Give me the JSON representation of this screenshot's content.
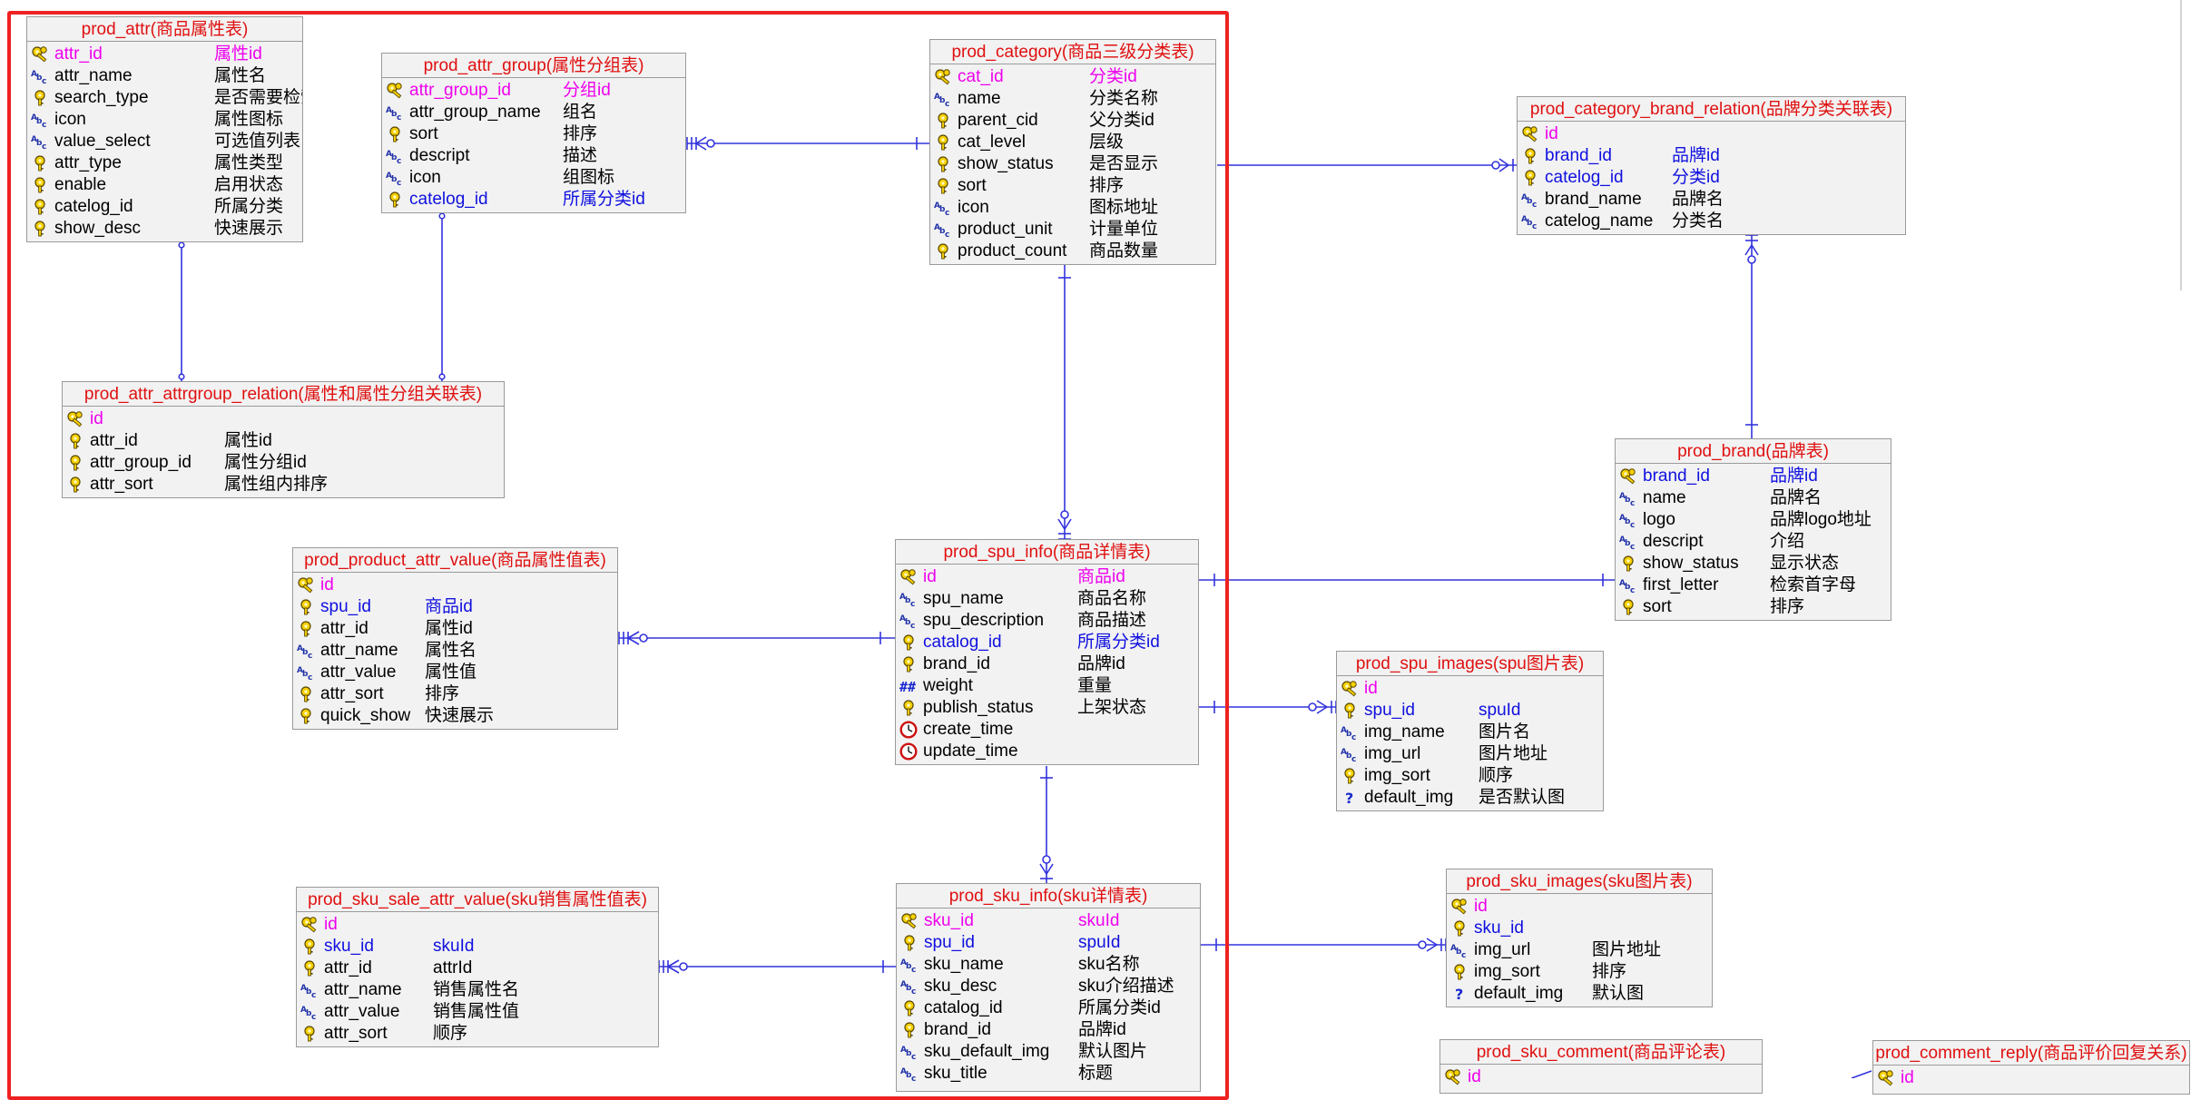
{
  "entities": {
    "prod_attr": {
      "title": "prod_attr(商品属性表)",
      "rows": [
        {
          "name": "attr_id",
          "comment": "属性id",
          "key": "pk",
          "icon": "primary-key-icon"
        },
        {
          "name": "attr_name",
          "comment": "属性名",
          "key": "",
          "icon": "text-type-icon"
        },
        {
          "name": "search_type",
          "comment": "是否需要检索",
          "key": "",
          "icon": "numeric-key-icon"
        },
        {
          "name": "icon",
          "comment": "属性图标",
          "key": "",
          "icon": "text-type-icon"
        },
        {
          "name": "value_select",
          "comment": "可选值列表",
          "key": "",
          "icon": "text-type-icon"
        },
        {
          "name": "attr_type",
          "comment": "属性类型",
          "key": "",
          "icon": "numeric-key-icon"
        },
        {
          "name": "enable",
          "comment": "启用状态",
          "key": "",
          "icon": "numeric-key-icon"
        },
        {
          "name": "catelog_id",
          "comment": "所属分类",
          "key": "",
          "icon": "numeric-key-icon"
        },
        {
          "name": "show_desc",
          "comment": "快速展示",
          "key": "",
          "icon": "numeric-key-icon"
        }
      ]
    },
    "prod_attr_group": {
      "title": "prod_attr_group(属性分组表)",
      "rows": [
        {
          "name": "attr_group_id",
          "comment": "分组id",
          "key": "pk",
          "icon": "primary-key-icon"
        },
        {
          "name": "attr_group_name",
          "comment": "组名",
          "key": "",
          "icon": "text-type-icon"
        },
        {
          "name": "sort",
          "comment": "排序",
          "key": "",
          "icon": "numeric-key-icon"
        },
        {
          "name": "descript",
          "comment": "描述",
          "key": "",
          "icon": "text-type-icon"
        },
        {
          "name": "icon",
          "comment": "组图标",
          "key": "",
          "icon": "text-type-icon"
        },
        {
          "name": "catelog_id",
          "comment": "所属分类id",
          "key": "fk",
          "icon": "numeric-key-icon"
        }
      ]
    },
    "prod_category": {
      "title": "prod_category(商品三级分类表)",
      "rows": [
        {
          "name": "cat_id",
          "comment": "分类id",
          "key": "pk",
          "icon": "primary-key-icon"
        },
        {
          "name": "name",
          "comment": "分类名称",
          "key": "",
          "icon": "text-type-icon"
        },
        {
          "name": "parent_cid",
          "comment": "父分类id",
          "key": "",
          "icon": "numeric-key-icon"
        },
        {
          "name": "cat_level",
          "comment": "层级",
          "key": "",
          "icon": "numeric-key-icon"
        },
        {
          "name": "show_status",
          "comment": "是否显示",
          "key": "",
          "icon": "numeric-key-icon"
        },
        {
          "name": "sort",
          "comment": "排序",
          "key": "",
          "icon": "numeric-key-icon"
        },
        {
          "name": "icon",
          "comment": "图标地址",
          "key": "",
          "icon": "text-type-icon"
        },
        {
          "name": "product_unit",
          "comment": "计量单位",
          "key": "",
          "icon": "text-type-icon"
        },
        {
          "name": "product_count",
          "comment": "商品数量",
          "key": "",
          "icon": "numeric-key-icon"
        }
      ]
    },
    "prod_category_brand_relation": {
      "title": "prod_category_brand_relation(品牌分类关联表)",
      "rows": [
        {
          "name": "id",
          "comment": "",
          "key": "pk",
          "icon": "primary-key-icon"
        },
        {
          "name": "brand_id",
          "comment": "品牌id",
          "key": "fk",
          "icon": "numeric-key-icon"
        },
        {
          "name": "catelog_id",
          "comment": "分类id",
          "key": "fk",
          "icon": "numeric-key-icon"
        },
        {
          "name": "brand_name",
          "comment": "品牌名",
          "key": "",
          "icon": "text-type-icon"
        },
        {
          "name": "catelog_name",
          "comment": "分类名",
          "key": "",
          "icon": "text-type-icon"
        }
      ]
    },
    "prod_attr_attrgroup_relation": {
      "title": "prod_attr_attrgroup_relation(属性和属性分组关联表)",
      "rows": [
        {
          "name": "id",
          "comment": "",
          "key": "pk",
          "icon": "primary-key-icon"
        },
        {
          "name": "attr_id",
          "comment": "属性id",
          "key": "",
          "icon": "numeric-key-icon"
        },
        {
          "name": "attr_group_id",
          "comment": "属性分组id",
          "key": "",
          "icon": "numeric-key-icon"
        },
        {
          "name": "attr_sort",
          "comment": "属性组内排序",
          "key": "",
          "icon": "numeric-key-icon"
        }
      ]
    },
    "prod_brand": {
      "title": "prod_brand(品牌表)",
      "rows": [
        {
          "name": "brand_id",
          "comment": "品牌id",
          "key": "fk",
          "icon": "primary-key-icon"
        },
        {
          "name": "name",
          "comment": "品牌名",
          "key": "",
          "icon": "text-type-icon"
        },
        {
          "name": "logo",
          "comment": "品牌logo地址",
          "key": "",
          "icon": "text-type-icon"
        },
        {
          "name": "descript",
          "comment": "介绍",
          "key": "",
          "icon": "text-type-icon"
        },
        {
          "name": "show_status",
          "comment": "显示状态",
          "key": "",
          "icon": "numeric-key-icon"
        },
        {
          "name": "first_letter",
          "comment": "检索首字母",
          "key": "",
          "icon": "text-type-icon"
        },
        {
          "name": "sort",
          "comment": "排序",
          "key": "",
          "icon": "numeric-key-icon"
        }
      ]
    },
    "prod_product_attr_value": {
      "title": "prod_product_attr_value(商品属性值表)",
      "rows": [
        {
          "name": "id",
          "comment": "",
          "key": "pk",
          "icon": "primary-key-icon"
        },
        {
          "name": "spu_id",
          "comment": "商品id",
          "key": "fk",
          "icon": "numeric-key-icon"
        },
        {
          "name": "attr_id",
          "comment": "属性id",
          "key": "",
          "icon": "numeric-key-icon"
        },
        {
          "name": "attr_name",
          "comment": "属性名",
          "key": "",
          "icon": "text-type-icon"
        },
        {
          "name": "attr_value",
          "comment": "属性值",
          "key": "",
          "icon": "text-type-icon"
        },
        {
          "name": "attr_sort",
          "comment": "排序",
          "key": "",
          "icon": "numeric-key-icon"
        },
        {
          "name": "quick_show",
          "comment": "快速展示",
          "key": "",
          "icon": "numeric-key-icon"
        }
      ]
    },
    "prod_spu_info": {
      "title": "prod_spu_info(商品详情表)",
      "rows": [
        {
          "name": "id",
          "comment": "商品id",
          "key": "pk",
          "icon": "primary-key-icon"
        },
        {
          "name": "spu_name",
          "comment": "商品名称",
          "key": "",
          "icon": "text-type-icon"
        },
        {
          "name": "spu_description",
          "comment": "商品描述",
          "key": "",
          "icon": "text-type-icon"
        },
        {
          "name": "catalog_id",
          "comment": "所属分类id",
          "key": "fk",
          "icon": "numeric-key-icon"
        },
        {
          "name": "brand_id",
          "comment": "品牌id",
          "key": "",
          "icon": "numeric-key-icon"
        },
        {
          "name": "weight",
          "comment": "重量",
          "key": "",
          "icon": "decimal-type-icon"
        },
        {
          "name": "publish_status",
          "comment": "上架状态",
          "key": "",
          "icon": "numeric-key-icon"
        },
        {
          "name": "create_time",
          "comment": "",
          "key": "",
          "icon": "clock-icon"
        },
        {
          "name": "update_time",
          "comment": "",
          "key": "",
          "icon": "clock-icon"
        }
      ]
    },
    "prod_spu_images": {
      "title": "prod_spu_images(spu图片表)",
      "rows": [
        {
          "name": "id",
          "comment": "",
          "key": "pk",
          "icon": "primary-key-icon"
        },
        {
          "name": "spu_id",
          "comment": "spuId",
          "key": "fk",
          "icon": "numeric-key-icon"
        },
        {
          "name": "img_name",
          "comment": "图片名",
          "key": "",
          "icon": "text-type-icon"
        },
        {
          "name": "img_url",
          "comment": "图片地址",
          "key": "",
          "icon": "text-type-icon"
        },
        {
          "name": "img_sort",
          "comment": "顺序",
          "key": "",
          "icon": "numeric-key-icon"
        },
        {
          "name": "default_img",
          "comment": "是否默认图",
          "key": "",
          "icon": "unknown-type-icon"
        }
      ]
    },
    "prod_sku_sale_attr_value": {
      "title": "prod_sku_sale_attr_value(sku销售属性值表)",
      "rows": [
        {
          "name": "id",
          "comment": "",
          "key": "pk",
          "icon": "primary-key-icon"
        },
        {
          "name": "sku_id",
          "comment": "skuId",
          "key": "fk",
          "icon": "numeric-key-icon"
        },
        {
          "name": "attr_id",
          "comment": "attrId",
          "key": "",
          "icon": "numeric-key-icon"
        },
        {
          "name": "attr_name",
          "comment": "销售属性名",
          "key": "",
          "icon": "text-type-icon"
        },
        {
          "name": "attr_value",
          "comment": "销售属性值",
          "key": "",
          "icon": "text-type-icon"
        },
        {
          "name": "attr_sort",
          "comment": "顺序",
          "key": "",
          "icon": "numeric-key-icon"
        }
      ]
    },
    "prod_sku_info": {
      "title": "prod_sku_info(sku详情表)",
      "rows": [
        {
          "name": "sku_id",
          "comment": "skuId",
          "key": "pk",
          "icon": "primary-key-icon"
        },
        {
          "name": "spu_id",
          "comment": "spuId",
          "key": "fk",
          "icon": "numeric-key-icon"
        },
        {
          "name": "sku_name",
          "comment": "sku名称",
          "key": "",
          "icon": "text-type-icon"
        },
        {
          "name": "sku_desc",
          "comment": "sku介绍描述",
          "key": "",
          "icon": "text-type-icon"
        },
        {
          "name": "catalog_id",
          "comment": "所属分类id",
          "key": "",
          "icon": "numeric-key-icon"
        },
        {
          "name": "brand_id",
          "comment": "品牌id",
          "key": "",
          "icon": "numeric-key-icon"
        },
        {
          "name": "sku_default_img",
          "comment": "默认图片",
          "key": "",
          "icon": "text-type-icon"
        },
        {
          "name": "sku_title",
          "comment": "标题",
          "key": "",
          "icon": "text-type-icon"
        }
      ]
    },
    "prod_sku_images": {
      "title": "prod_sku_images(sku图片表)",
      "rows": [
        {
          "name": "id",
          "comment": "",
          "key": "pk",
          "icon": "primary-key-icon"
        },
        {
          "name": "sku_id",
          "comment": "",
          "key": "fk",
          "icon": "numeric-key-icon"
        },
        {
          "name": "img_url",
          "comment": "图片地址",
          "key": "",
          "icon": "text-type-icon"
        },
        {
          "name": "img_sort",
          "comment": "排序",
          "key": "",
          "icon": "numeric-key-icon"
        },
        {
          "name": "default_img",
          "comment": "默认图",
          "key": "",
          "icon": "unknown-type-icon"
        }
      ]
    },
    "prod_sku_comment": {
      "title": "prod_sku_comment(商品评论表)",
      "rows": [
        {
          "name": "id",
          "comment": "",
          "key": "pk",
          "icon": "primary-key-icon"
        }
      ]
    },
    "prod_comment_reply": {
      "title": "prod_comment_reply(商品评价回复关系)",
      "rows": [
        {
          "name": "id",
          "comment": "",
          "key": "pk",
          "icon": "primary-key-icon"
        }
      ]
    }
  },
  "colors": {
    "title_text": "#e01010",
    "primary_key_text": "#ee00ee",
    "foreign_key_text": "#1010e0",
    "connector": "#3333dd",
    "group_frame": "#ee2222",
    "entity_fill": "#f2f2f2",
    "entity_border": "#9a9a9a"
  }
}
